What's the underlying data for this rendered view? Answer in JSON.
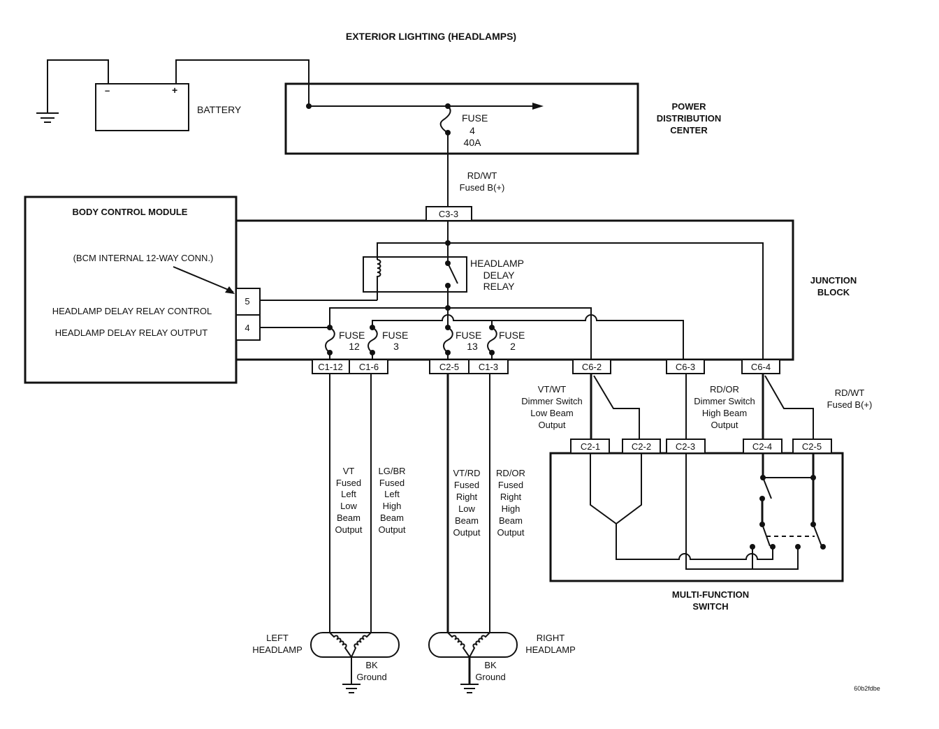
{
  "title": "EXTERIOR LIGHTING (HEADLAMPS)",
  "battery": {
    "label": "BATTERY",
    "neg": "–",
    "pos": "+"
  },
  "pdc": {
    "label_lines": [
      "POWER",
      "DISTRIBUTION",
      "CENTER"
    ],
    "fuse_lines": [
      "FUSE",
      "4",
      "40A"
    ]
  },
  "feed_wire": {
    "lines": [
      "RD/WT",
      "Fused B(+)"
    ]
  },
  "bcm": {
    "title": "BODY CONTROL MODULE",
    "internal_conn": "(BCM INTERNAL 12-WAY CONN.)",
    "pins": [
      {
        "num": "5",
        "label": "HEADLAMP DELAY RELAY CONTROL"
      },
      {
        "num": "4",
        "label": "HEADLAMP DELAY RELAY OUTPUT"
      }
    ]
  },
  "junction_block": {
    "label_lines": [
      "JUNCTION",
      "BLOCK"
    ],
    "relay_lines": [
      "HEADLAMP",
      "DELAY",
      "RELAY"
    ],
    "fuses": [
      {
        "name": "FUSE",
        "num": "12"
      },
      {
        "name": "FUSE",
        "num": "3"
      },
      {
        "name": "FUSE",
        "num": "13"
      },
      {
        "name": "FUSE",
        "num": "2"
      }
    ],
    "top_connector": "C3-3",
    "bottom_connectors": [
      "C1-12",
      "C1-6",
      "C2-5",
      "C1-3",
      "C6-2",
      "C6-3",
      "C6-4"
    ]
  },
  "wires": [
    {
      "lines": [
        "VT",
        "Fused",
        "Left",
        "Low",
        "Beam",
        "Output"
      ]
    },
    {
      "lines": [
        "LG/BR",
        "Fused",
        "Left",
        "High",
        "Beam",
        "Output"
      ]
    },
    {
      "lines": [
        "VT/RD",
        "Fused",
        "Right",
        "Low",
        "Beam",
        "Output"
      ]
    },
    {
      "lines": [
        "RD/OR",
        "Fused",
        "Right",
        "High",
        "Beam",
        "Output"
      ]
    }
  ],
  "switch_wires": [
    {
      "lines": [
        "VT/WT",
        "Dimmer Switch",
        "Low Beam",
        "Output"
      ]
    },
    {
      "lines": [
        "RD/OR",
        "Dimmer Switch",
        "High Beam",
        "Output"
      ]
    },
    {
      "lines": [
        "RD/WT",
        "Fused B(+)"
      ]
    }
  ],
  "mfs": {
    "label_lines": [
      "MULTI-FUNCTION",
      "SWITCH"
    ],
    "connectors": [
      "C2-1",
      "C2-2",
      "C2-3",
      "C2-4",
      "C2-5"
    ]
  },
  "headlamps": {
    "left": {
      "label_lines": [
        "LEFT",
        "HEADLAMP"
      ]
    },
    "right": {
      "label_lines": [
        "RIGHT",
        "HEADLAMP"
      ]
    },
    "ground_lines": [
      "BK",
      "Ground"
    ]
  },
  "ref_code": "60b2fdbe"
}
